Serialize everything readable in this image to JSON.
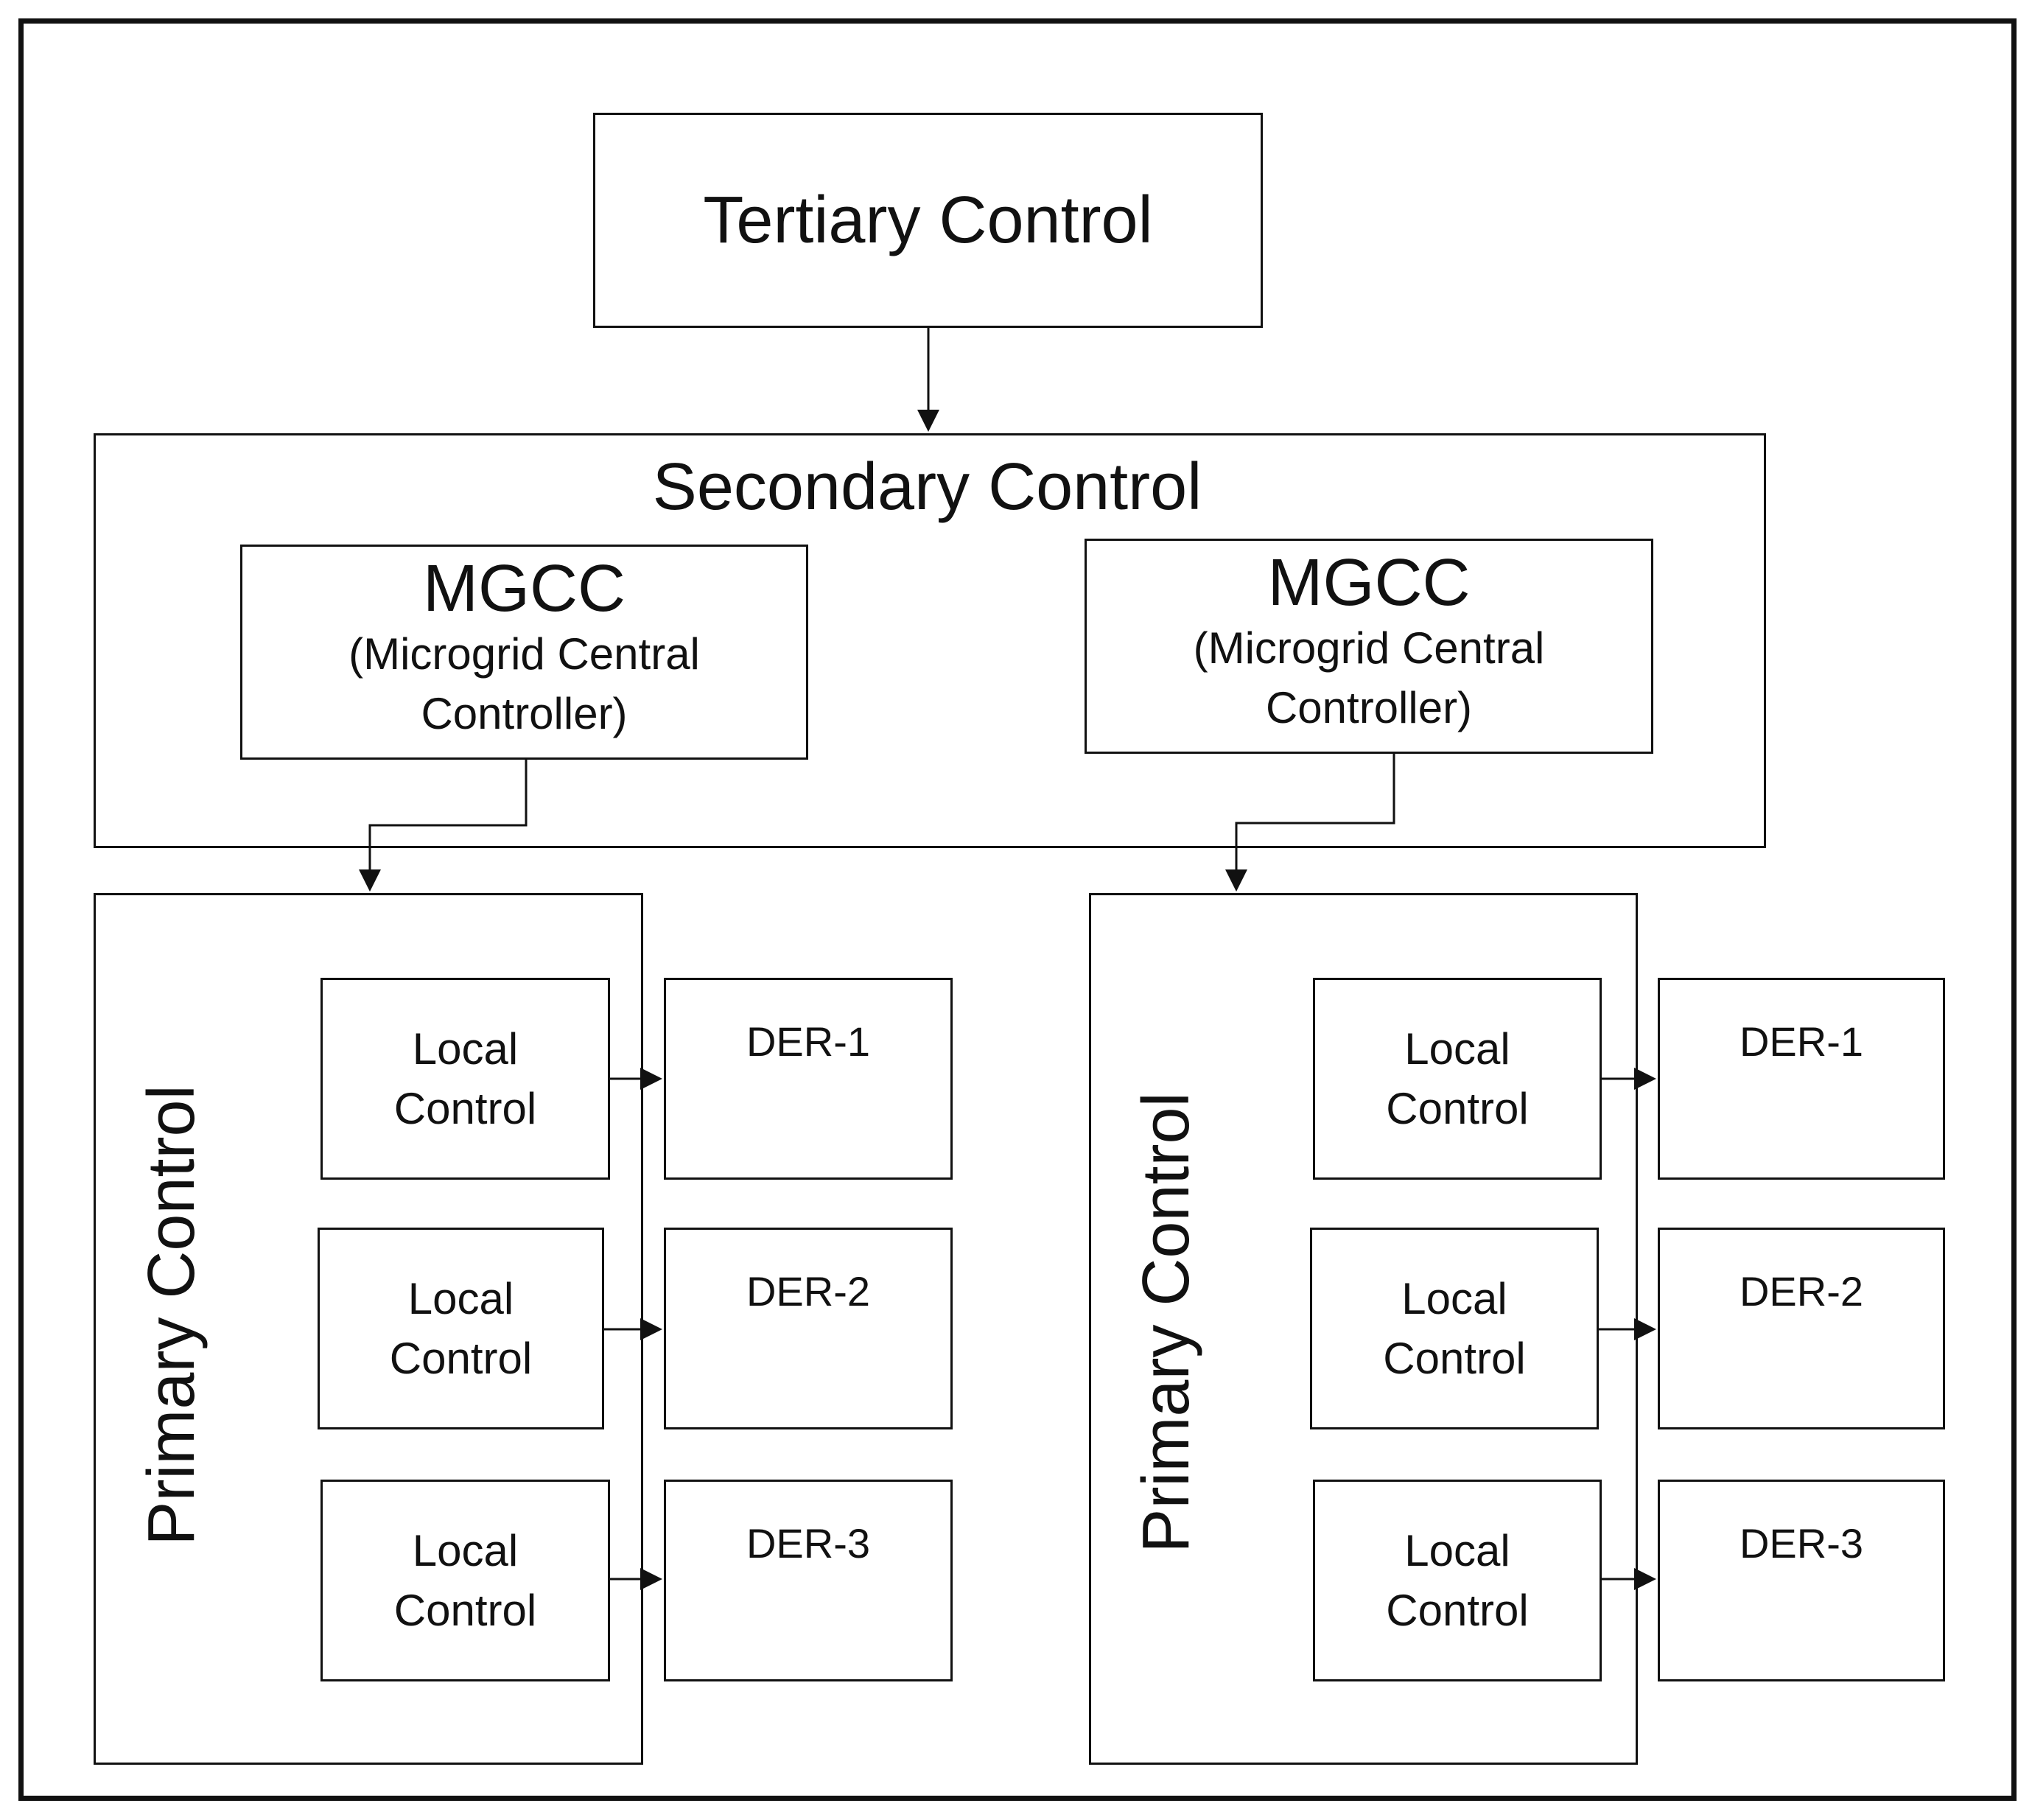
{
  "tertiary": {
    "label": "Tertiary Control"
  },
  "secondary": {
    "label": "Secondary Control",
    "mgcc": [
      {
        "title": "MGCC",
        "subtitle_line1": "(Microgrid Central",
        "subtitle_line2": "Controller)"
      },
      {
        "title": "MGCC",
        "subtitle_line1": "(Microgrid Central",
        "subtitle_line2": "Controller)"
      }
    ]
  },
  "primary": [
    {
      "label": "Primary Control",
      "local_controls": [
        {
          "line1": "Local",
          "line2": "Control"
        },
        {
          "line1": "Local",
          "line2": "Control"
        },
        {
          "line1": "Local",
          "line2": "Control"
        }
      ],
      "ders": [
        "DER-1",
        "DER-2",
        "DER-3"
      ]
    },
    {
      "label": "Primary Control",
      "local_controls": [
        {
          "line1": "Local",
          "line2": "Control"
        },
        {
          "line1": "Local",
          "line2": "Control"
        },
        {
          "line1": "Local",
          "line2": "Control"
        }
      ],
      "ders": [
        "DER-1",
        "DER-2",
        "DER-3"
      ]
    }
  ]
}
